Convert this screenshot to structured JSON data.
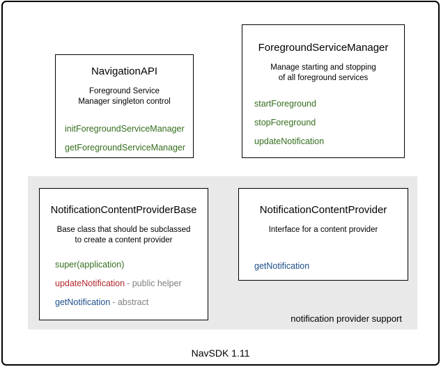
{
  "diagram": {
    "footer": "NavSDK 1.11",
    "group_label": "notification provider support"
  },
  "colors": {
    "method_green": "#356e1e",
    "method_red": "#b1252a",
    "method_blue": "#1d4e89",
    "suffix_gray": "#808080",
    "panel_gray": "#e9e9e9",
    "frame_border": "#000000"
  },
  "boxes": [
    {
      "title": "NavigationAPI",
      "desc": [
        "Foreground Service",
        "Manager singleton control"
      ],
      "methods": [
        {
          "label": "initForegroundServiceManager"
        },
        {
          "label": "getForegroundServiceManager"
        }
      ]
    },
    {
      "title": "ForegroundServiceManager",
      "desc": [
        "Manage starting and stopping",
        "of all foreground services"
      ],
      "methods": [
        {
          "label": "startForeground"
        },
        {
          "label": "stopForeground"
        },
        {
          "label": "updateNotification"
        }
      ]
    },
    {
      "title": "NotificationContentProviderBase",
      "desc": [
        "Base class that should be subclassed",
        "to create a content provider"
      ],
      "methods": [
        {
          "label": "super(application)"
        },
        {
          "label": "updateNotification",
          "suffix": "- public helper"
        },
        {
          "label": "getNotification",
          "suffix": "- abstract"
        }
      ]
    },
    {
      "title": "NotificationContentProvider",
      "desc": [
        "Interface for a content provider"
      ],
      "methods": [
        {
          "label": "getNotification"
        }
      ]
    }
  ]
}
